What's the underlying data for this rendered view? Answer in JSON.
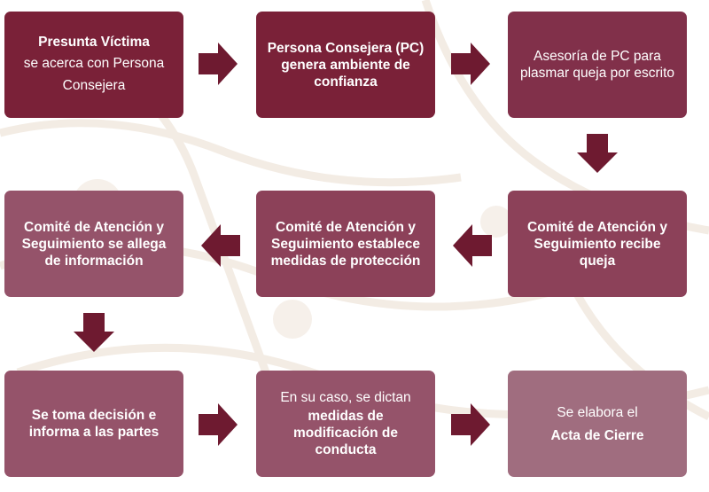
{
  "colors": {
    "arrow": "#6e1a30",
    "node_dark": "#7a2138",
    "node_mid": "#81304a",
    "node_soft": "#8c4159",
    "node_light": "#95536a",
    "node_pale": "#a06d7f",
    "motif": "#f3ece4"
  },
  "nodes": {
    "n1": {
      "bold": "Presunta Víctima",
      "normal": "se acerca con Persona Consejera"
    },
    "n2": {
      "bold": "Persona Consejera (PC) genera ambiente de confianza"
    },
    "n3": {
      "normal": "Asesoría de PC para plasmar queja por escrito"
    },
    "n4": {
      "bold": "Comité de Atención y Seguimiento recibe queja"
    },
    "n5": {
      "bold": "Comité de Atención y Seguimiento establece medidas de protección"
    },
    "n6": {
      "bold": "Comité de Atención y Seguimiento se allega de información"
    },
    "n7": {
      "bold": "Se toma decisión e informa a las partes"
    },
    "n8": {
      "normal": "En su caso, se dictan",
      "bold": "medidas de modificación de conducta"
    },
    "n9": {
      "normal": "Se elabora el",
      "bold": "Acta de Cierre"
    }
  },
  "edges": [
    {
      "from": "n1",
      "to": "n2",
      "direction": "right"
    },
    {
      "from": "n2",
      "to": "n3",
      "direction": "right"
    },
    {
      "from": "n3",
      "to": "n4",
      "direction": "down"
    },
    {
      "from": "n4",
      "to": "n5",
      "direction": "left"
    },
    {
      "from": "n5",
      "to": "n6",
      "direction": "left"
    },
    {
      "from": "n6",
      "to": "n7",
      "direction": "down"
    },
    {
      "from": "n7",
      "to": "n8",
      "direction": "right"
    },
    {
      "from": "n8",
      "to": "n9",
      "direction": "right"
    }
  ]
}
